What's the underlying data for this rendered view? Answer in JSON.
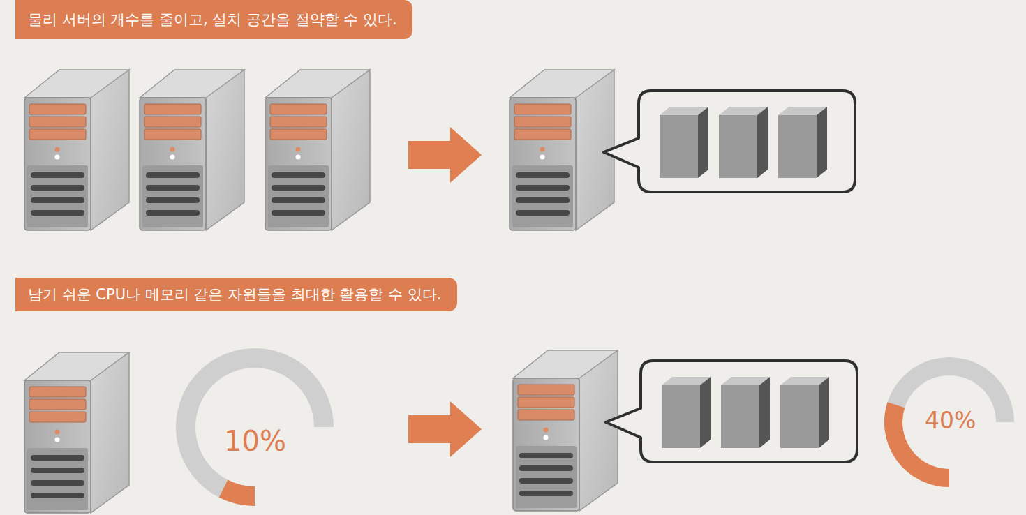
{
  "diagram": {
    "nodes": [
      {
        "text": [
          "물리 서버의 개수를 줄이고, 설치 공간을 절약할 수 있다."
        ]
      },
      {
        "text": [
          "남기 쉬운 CPU나 메모리 같은 자원들을 최대한 활용할 수 있다."
        ]
      }
    ],
    "labels": [
      "10%",
      "40%"
    ]
  }
}
